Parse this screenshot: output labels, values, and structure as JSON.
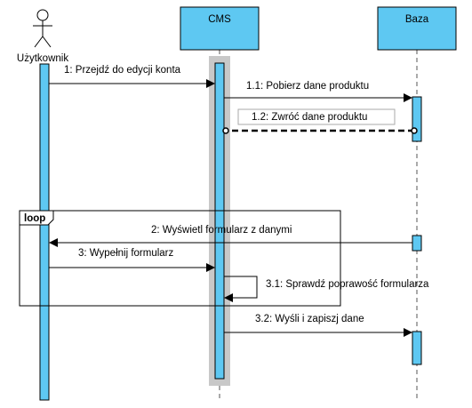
{
  "participants": [
    {
      "id": "user",
      "label": "Użytkownik",
      "kind": "actor"
    },
    {
      "id": "cms",
      "label": "CMS",
      "kind": "box"
    },
    {
      "id": "db",
      "label": "Baza",
      "kind": "box"
    }
  ],
  "fragment": {
    "operator": "loop"
  },
  "messages": [
    {
      "label": "1: Przejdź do edycji konta",
      "type": "sync"
    },
    {
      "label": "1.1: Pobierz dane produktu",
      "type": "sync"
    },
    {
      "label": "1.2: Zwróć dane produktu",
      "type": "return"
    },
    {
      "label": "2: Wyświetl formularz z danymi",
      "type": "sync"
    },
    {
      "label": "3: Wypełnij formularz",
      "type": "sync"
    },
    {
      "label": "3.1: Sprawdź poprawość formularza",
      "type": "self"
    },
    {
      "label": "3.2: Wyśli i zapiszj dane",
      "type": "sync"
    }
  ],
  "colors": {
    "box_fill": "#5ec8f2",
    "activation_fill": "#5ec8f2",
    "highlight": "#c8c8c8",
    "line": "#000000"
  }
}
